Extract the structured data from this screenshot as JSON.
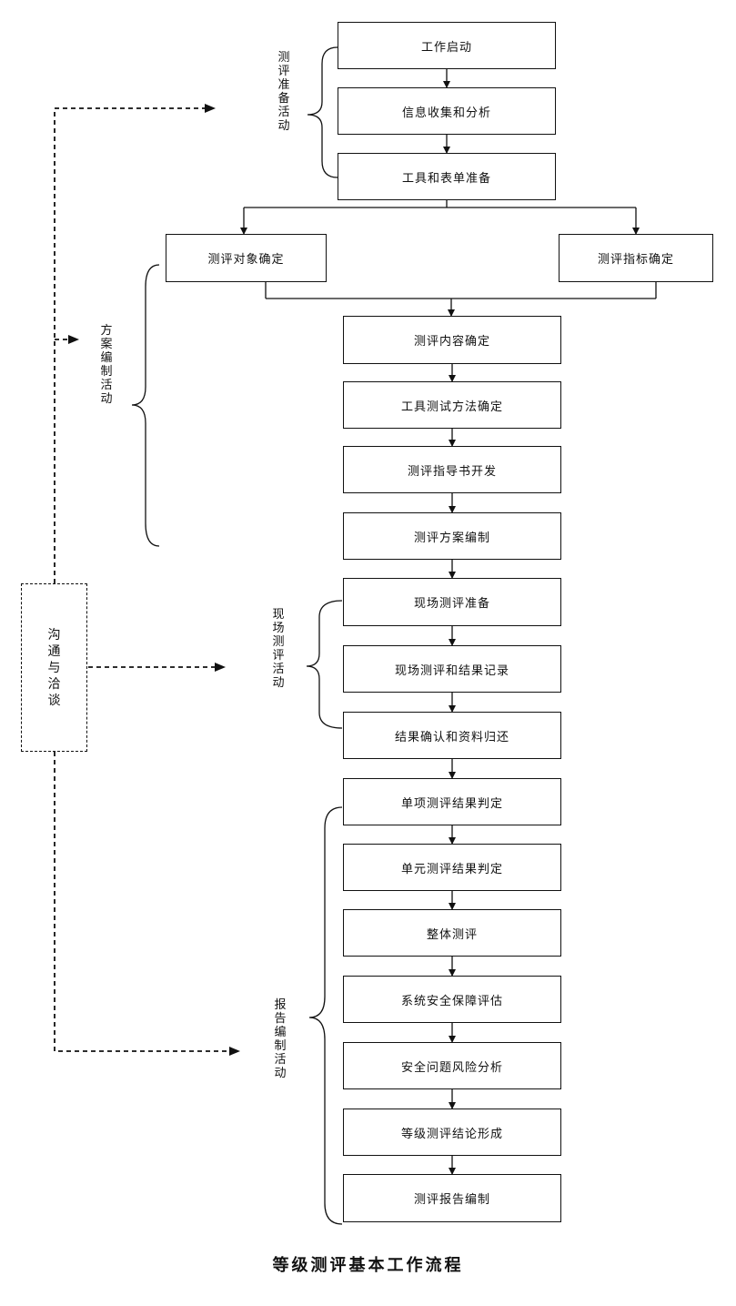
{
  "title": "等级测评基本工作流程",
  "phases": {
    "prep": "测评准备活动",
    "plan": "方案编制活动",
    "onsite": "现场测评活动",
    "report": "报告编制活动"
  },
  "communication": "沟通与洽谈",
  "steps": {
    "start": "工作启动",
    "info": "信息收集和分析",
    "tools": "工具和表单准备",
    "object": "测评对象确定",
    "indicator": "测评指标确定",
    "content": "测评内容确定",
    "toolmethod": "工具测试方法确定",
    "guide": "测评指导书开发",
    "scheme": "测评方案编制",
    "siteprep": "现场测评准备",
    "siterecord": "现场测评和结果记录",
    "confirm": "结果确认和资料归还",
    "single": "单项测评结果判定",
    "unit": "单元测评结果判定",
    "overall": "整体测评",
    "safeguard": "系统安全保障评估",
    "risk": "安全问题风险分析",
    "conclusion": "等级测评结论形成",
    "report": "测评报告编制"
  }
}
